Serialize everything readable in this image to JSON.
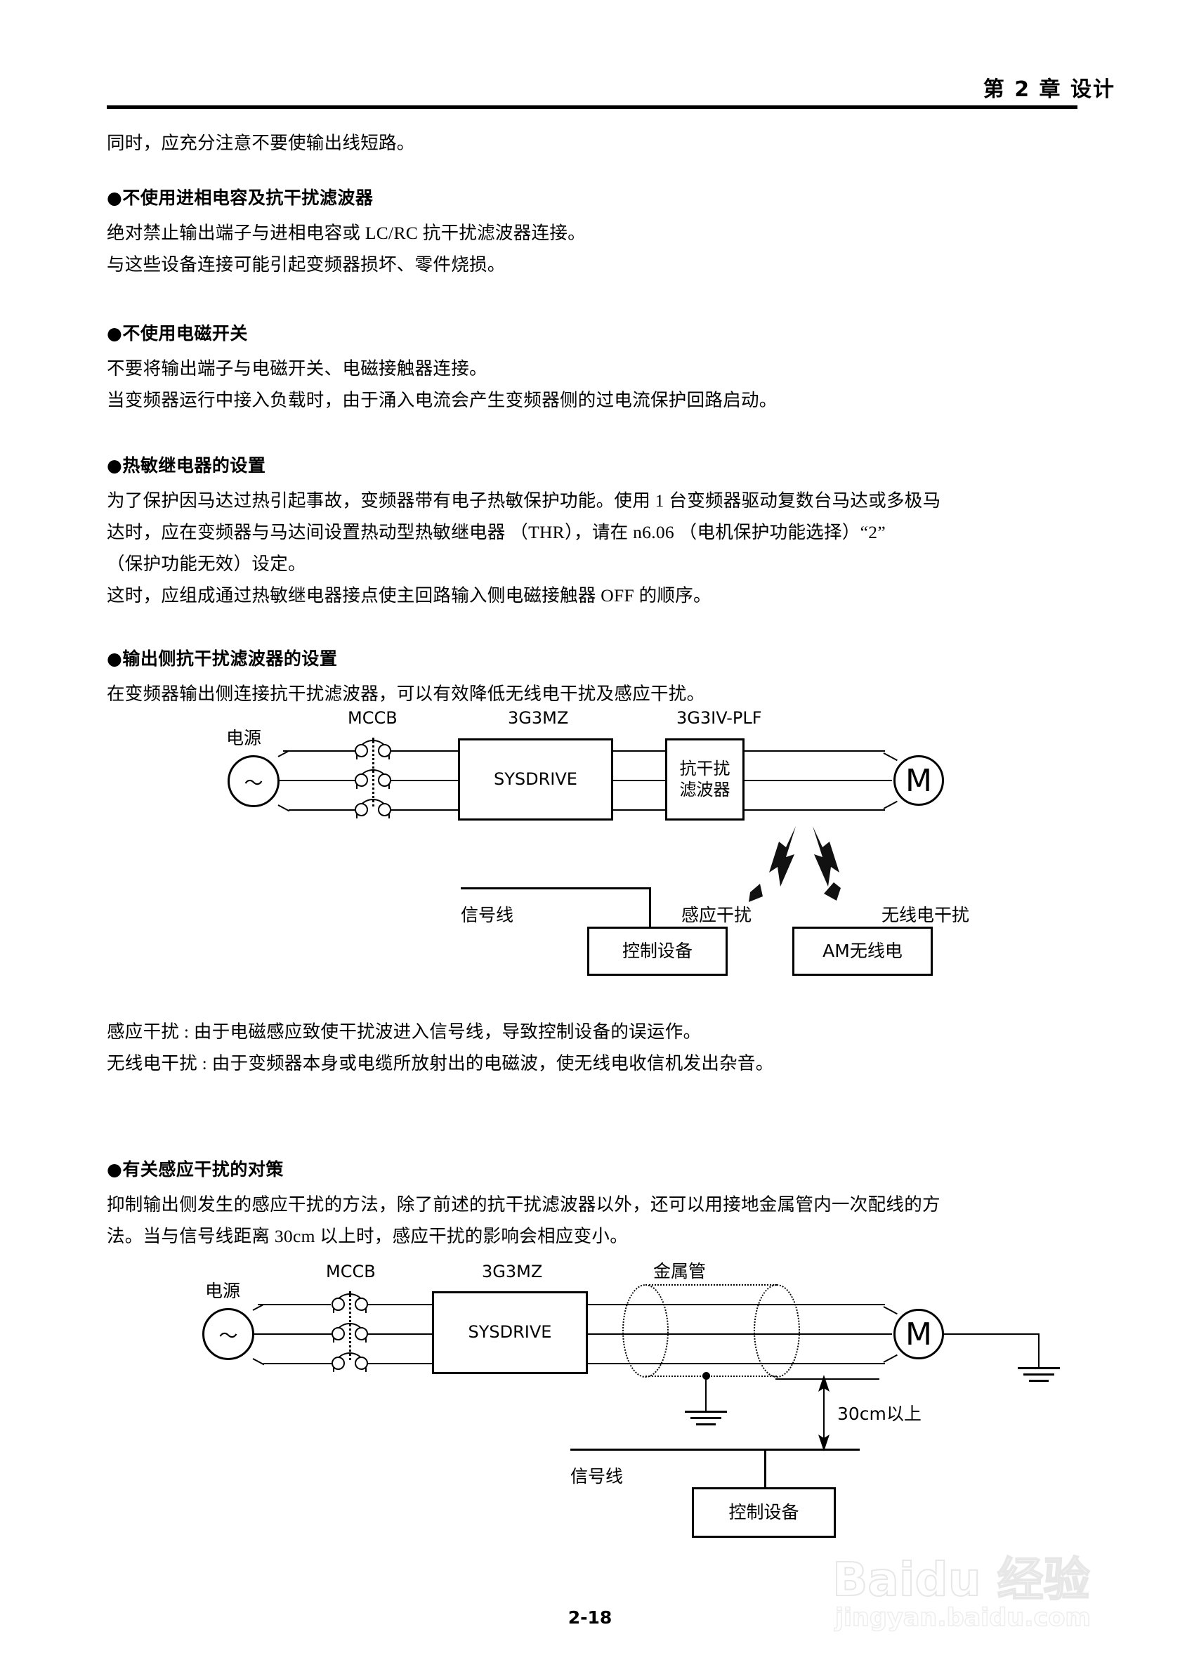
{
  "header": {
    "chapter_title": "第 2 章  设计"
  },
  "intro": {
    "line": "同时，应充分注意不要使输出线短路。"
  },
  "sections": [
    {
      "heading": "●不使用进相电容及抗干扰滤波器",
      "lines": [
        "绝对禁止输出端子与进相电容或 LC/RC 抗干扰滤波器连接。",
        "与这些设备连接可能引起变频器损坏、零件烧损。"
      ]
    },
    {
      "heading": "●不使用电磁开关",
      "lines": [
        "不要将输出端子与电磁开关、电磁接触器连接。",
        "当变频器运行中接入负载时，由于涌入电流会产生变频器侧的过电流保护回路启动。"
      ]
    },
    {
      "heading": "●热敏继电器的设置",
      "lines": [
        "为了保护因马达过热引起事故，变频器带有电子热敏保护功能。使用 1 台变频器驱动复数台马达或多极马",
        "达时，应在变频器与马达间设置热动型热敏继电器 （THR），请在 n6.06 （电机保护功能选择）“2”",
        "（保护功能无效）设定。",
        "这时，应组成通过热敏继电器接点使主回路输入侧电磁接触器 OFF 的顺序。"
      ]
    },
    {
      "heading": "●输出侧抗干扰滤波器的设置",
      "lines": [
        "在变频器输出侧连接抗干扰滤波器，可以有效降低无线电干扰及感应干扰。"
      ]
    },
    {
      "heading": "●有关感应干扰的对策",
      "lines": [
        "抑制输出侧发生的感应干扰的方法，除了前述的抗干扰滤波器以外，还可以用接地金属管内一次配线的方",
        "法。当与信号线距离 30cm 以上时，感应干扰的影响会相应变小。"
      ]
    }
  ],
  "diagram1": {
    "power_label": "电源",
    "source_symbol": "～",
    "mccb_label": "MCCB",
    "inverter_label": "3G3MZ",
    "inverter_text": "SYSDRIVE",
    "filter_label": "3G3IV-PLF",
    "filter_text_line1": "抗干扰",
    "filter_text_line2": "滤波器",
    "motor_symbol": "M",
    "signal_line_label": "信号线",
    "induced_noise_label": "感应干扰",
    "radio_noise_label": "无线电干扰",
    "control_device_box": "控制设备",
    "am_radio_box": "AM无线电"
  },
  "noise_definitions": [
    "感应干扰 : 由于电磁感应致使干扰波进入信号线，导致控制设备的误运作。",
    "无线电干扰 : 由于变频器本身或电缆所放射出的电磁波，使无线电收信机发出杂音。"
  ],
  "diagram2": {
    "power_label": "电源",
    "source_symbol": "～",
    "mccb_label": "MCCB",
    "inverter_label": "3G3MZ",
    "inverter_text": "SYSDRIVE",
    "metal_pipe_label": "金属管",
    "motor_symbol": "M",
    "distance_label": "30cm以上",
    "signal_line_label": "信号线",
    "control_device_box": "控制设备"
  },
  "footer": {
    "page_number": "2-18",
    "watermark_line1": "Baidu 经验",
    "watermark_line2": "jingyan.baidu.com"
  }
}
